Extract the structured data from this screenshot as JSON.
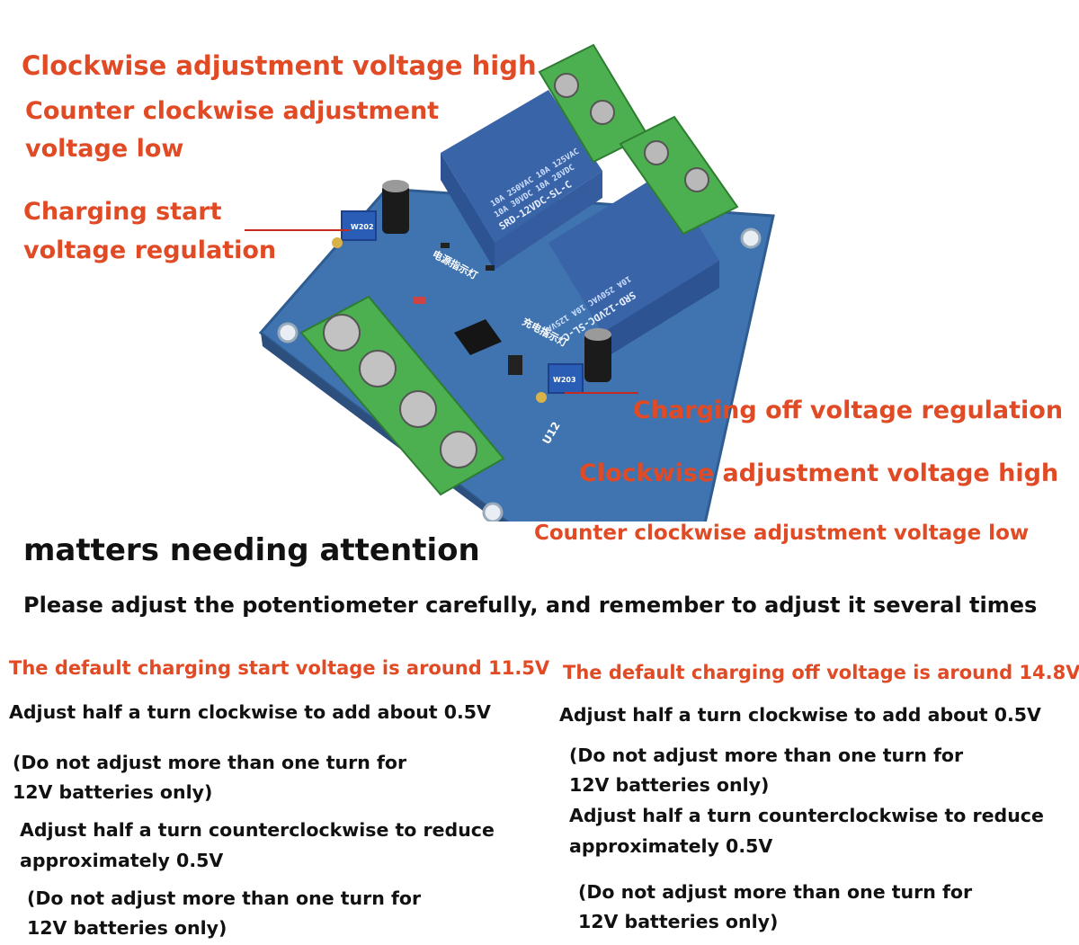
{
  "colors": {
    "accent_red": "#e04a25",
    "board_blue": "#3f74b0",
    "relay_blue": "#3a64a8",
    "terminal_green": "#4caf50"
  },
  "labels": {
    "top_clockwise": "Clockwise adjustment voltage high",
    "top_counter_line1": "Counter clockwise adjustment",
    "top_counter_line2": "voltage low",
    "start_line1": "Charging start",
    "start_line2": "voltage regulation",
    "off_regulation": "Charging off voltage regulation",
    "right_clockwise": "Clockwise adjustment voltage high",
    "right_counter": "Counter clockwise adjustment voltage low"
  },
  "board": {
    "relay1_text1": "10A 250VAC 10A 125VAC",
    "relay1_text2": "10A 30VDC 10A 28VDC",
    "relay1_model": "SRD-12VDC-SL-C",
    "relay2_model": "SRD-12VDC-SL-C",
    "relay2_text1": "10A 250VAC 10A 125VAC",
    "pot1_label": "W202",
    "pot2_label": "W203",
    "chip_label": "U12",
    "cn_label1": "电源指示灯",
    "cn_label2": "充电指示灯"
  },
  "notes": {
    "heading": "matters needing attention",
    "subheading": "Please adjust the potentiometer carefully, and remember to adjust it several times",
    "left": {
      "default": "The default charging start voltage is around 11.5V",
      "add": "Adjust half a turn clockwise to add about 0.5V",
      "warn1_line1": "(Do not adjust more than one turn for",
      "warn1_line2": "12V batteries only)",
      "reduce_line1": "Adjust half a turn counterclockwise to reduce",
      "reduce_line2": "approximately 0.5V",
      "warn2_line1": "(Do not adjust more than one turn for",
      "warn2_line2": "12V batteries only)"
    },
    "right": {
      "default": "The default charging off voltage is around 14.8V",
      "add": "Adjust half a turn clockwise to add about 0.5V",
      "warn1_line1": "(Do not adjust more than one turn for",
      "warn1_line2": "12V batteries only)",
      "reduce_line1": "Adjust half a turn counterclockwise to reduce",
      "reduce_line2": "approximately 0.5V",
      "warn2_line1": "(Do not adjust more than one turn for",
      "warn2_line2": "12V batteries only)"
    }
  }
}
